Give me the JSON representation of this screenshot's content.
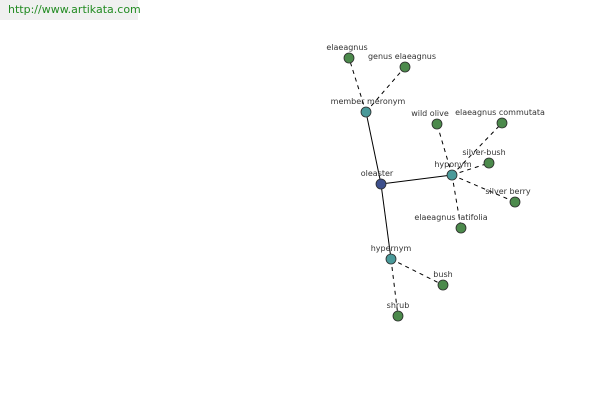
{
  "header": {
    "url": "http://www.artikata.com"
  },
  "graph": {
    "colors": {
      "root": "#3d4f8c",
      "relation": "#4a9a9a",
      "leaf": "#4c8a4c",
      "node_stroke": "#2a2a2a",
      "edge": "#000000",
      "url": "#228B22",
      "url_background": "#f0f0f0"
    },
    "nodes": [
      {
        "id": "oleaster",
        "label": "oleaster",
        "kind": "root"
      },
      {
        "id": "member_meronym",
        "label": "member meronym",
        "kind": "relation"
      },
      {
        "id": "hyponym",
        "label": "hyponym",
        "kind": "relation"
      },
      {
        "id": "hypernym",
        "label": "hypernym",
        "kind": "relation"
      },
      {
        "id": "elaeagnus",
        "label": "elaeagnus",
        "kind": "leaf"
      },
      {
        "id": "genus_elaeagnus",
        "label": "genus elaeagnus",
        "kind": "leaf"
      },
      {
        "id": "wild_olive",
        "label": "wild olive",
        "kind": "leaf"
      },
      {
        "id": "elaeagnus_commutata",
        "label": "elaeagnus commutata",
        "kind": "leaf"
      },
      {
        "id": "silver_bush",
        "label": "silver-bush",
        "kind": "leaf"
      },
      {
        "id": "silver_berry",
        "label": "silver berry",
        "kind": "leaf"
      },
      {
        "id": "elaeagnus_latifolia",
        "label": "elaeagnus latifolia",
        "kind": "leaf"
      },
      {
        "id": "bush",
        "label": "bush",
        "kind": "leaf"
      },
      {
        "id": "shrub",
        "label": "shrub",
        "kind": "leaf"
      }
    ],
    "edges": [
      {
        "from": "oleaster",
        "to": "member_meronym",
        "style": "solid"
      },
      {
        "from": "oleaster",
        "to": "hyponym",
        "style": "solid"
      },
      {
        "from": "oleaster",
        "to": "hypernym",
        "style": "solid"
      },
      {
        "from": "member_meronym",
        "to": "elaeagnus",
        "style": "dashed"
      },
      {
        "from": "member_meronym",
        "to": "genus_elaeagnus",
        "style": "dashed"
      },
      {
        "from": "hyponym",
        "to": "wild_olive",
        "style": "dashed"
      },
      {
        "from": "hyponym",
        "to": "elaeagnus_commutata",
        "style": "dashed"
      },
      {
        "from": "hyponym",
        "to": "silver_bush",
        "style": "dashed"
      },
      {
        "from": "hyponym",
        "to": "silver_berry",
        "style": "dashed"
      },
      {
        "from": "hyponym",
        "to": "elaeagnus_latifolia",
        "style": "dashed"
      },
      {
        "from": "hypernym",
        "to": "bush",
        "style": "dashed"
      },
      {
        "from": "hypernym",
        "to": "shrub",
        "style": "dashed"
      }
    ]
  }
}
